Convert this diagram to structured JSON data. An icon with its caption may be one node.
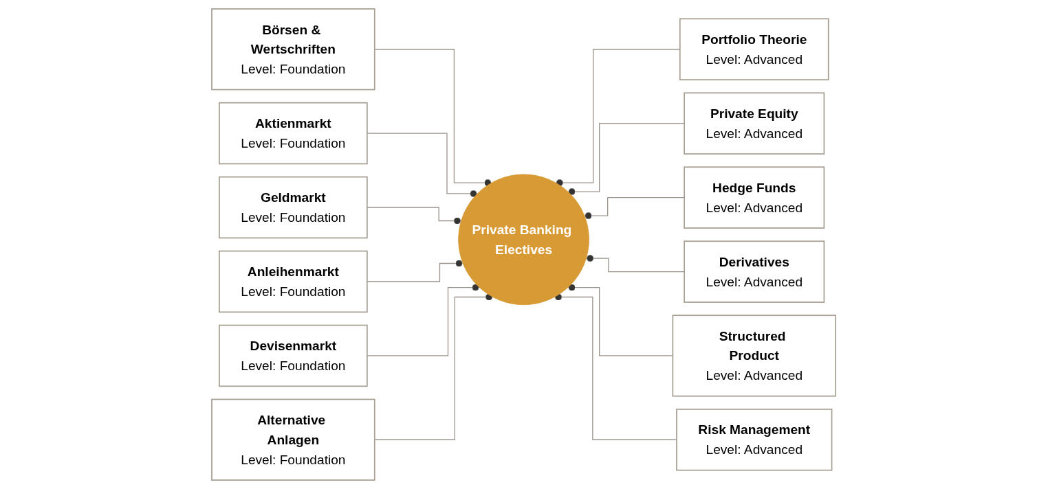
{
  "diagram": {
    "nodes": [
      {
        "text": [
          "Börsen & Wertschriften",
          "Level: Foundation"
        ]
      },
      {
        "text": [
          "Aktienmarkt",
          "Level: Foundation"
        ]
      },
      {
        "text": [
          "Geldmarkt",
          "Level: Foundation"
        ]
      },
      {
        "text": [
          "Anleihenmarkt",
          "Level: Foundation"
        ]
      },
      {
        "text": [
          "Devisenmarkt",
          "Level: Foundation"
        ]
      },
      {
        "text": [
          "Alternative Anlagen",
          "Level: Foundation"
        ]
      },
      {
        "text": [
          "Private Banking Electives"
        ]
      },
      {
        "text": [
          "Portfolio Theorie",
          "Level: Advanced"
        ]
      },
      {
        "text": [
          "Private Equity",
          "Level: Advanced"
        ]
      },
      {
        "text": [
          "Hedge Funds",
          "Level: Advanced"
        ]
      },
      {
        "text": [
          "Derivatives",
          "Level: Advanced"
        ]
      },
      {
        "text": [
          "Structured Product",
          "Level: Advanced"
        ]
      },
      {
        "text": [
          "Risk Management",
          "Level: Advanced"
        ]
      }
    ],
    "edges": [
      {
        "from": 0,
        "to": 6,
        "arrow": "other"
      },
      {
        "from": 1,
        "to": 6,
        "arrow": "other"
      },
      {
        "from": 2,
        "to": 6,
        "arrow": "other"
      },
      {
        "from": 3,
        "to": 6,
        "arrow": "other"
      },
      {
        "from": 4,
        "to": 6,
        "arrow": "other"
      },
      {
        "from": 5,
        "to": 6,
        "arrow": "other"
      },
      {
        "from": 7,
        "to": 6,
        "arrow": "other"
      },
      {
        "from": 8,
        "to": 6,
        "arrow": "other"
      },
      {
        "from": 9,
        "to": 6,
        "arrow": "other"
      },
      {
        "from": 10,
        "to": 6,
        "arrow": "other"
      },
      {
        "from": 11,
        "to": 6,
        "arrow": "other"
      },
      {
        "from": 12,
        "to": 6,
        "arrow": "other"
      }
    ]
  }
}
